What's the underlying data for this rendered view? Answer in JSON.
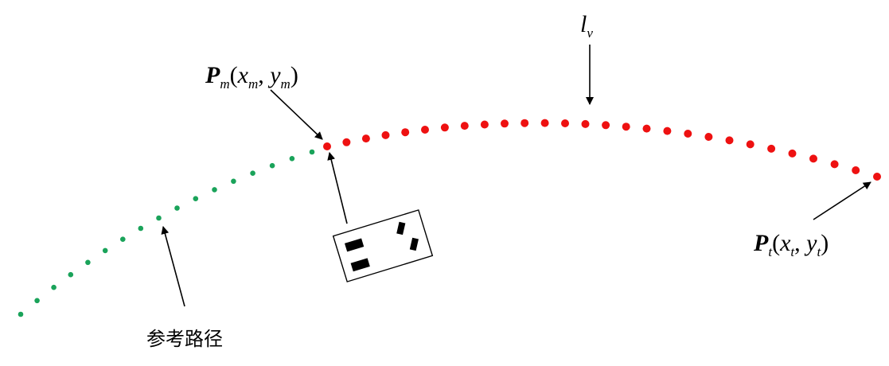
{
  "labels": {
    "reference_path": "参考路径",
    "lookahead": {
      "base": "l",
      "sub": "v"
    },
    "point_m": {
      "symbol": "P",
      "sub": "m",
      "open": "(",
      "x": "x",
      "x_sub": "m",
      "comma": ", ",
      "y": "y",
      "y_sub": "m",
      "close": ")"
    },
    "point_t": {
      "symbol": "P",
      "sub": "t",
      "open": "(",
      "x": "x",
      "x_sub": "t",
      "comma": ", ",
      "y": "y",
      "y_sub": "t",
      "close": ")"
    }
  },
  "colors": {
    "reference_path_dots": "#1aa35a",
    "lookahead_dots": "#ee1111",
    "line": "#000000"
  },
  "icons": {
    "vehicle": "vehicle-icon"
  }
}
